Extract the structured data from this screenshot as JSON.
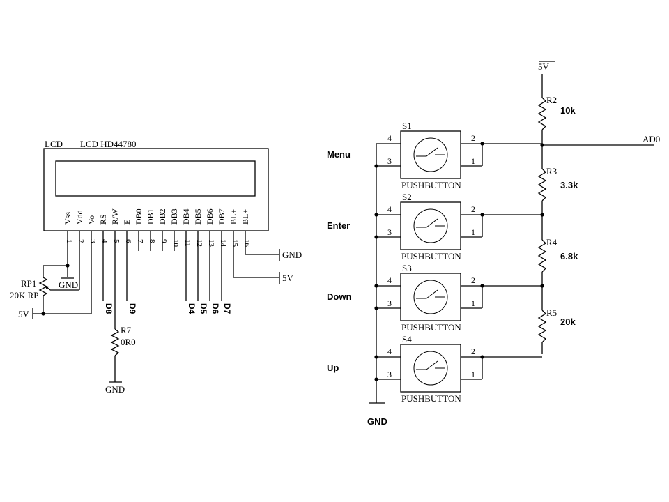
{
  "lcd": {
    "ref": "LCD",
    "value": "LCD HD44780",
    "pins": [
      {
        "num": "1",
        "name": "Vss"
      },
      {
        "num": "2",
        "name": "Vdd"
      },
      {
        "num": "3",
        "name": "Vo"
      },
      {
        "num": "4",
        "name": "RS"
      },
      {
        "num": "5",
        "name": "R/W"
      },
      {
        "num": "6",
        "name": "E"
      },
      {
        "num": "7",
        "name": "DB0"
      },
      {
        "num": "8",
        "name": "DB1"
      },
      {
        "num": "9",
        "name": "DB2"
      },
      {
        "num": "10",
        "name": "DB3"
      },
      {
        "num": "11",
        "name": "DB4"
      },
      {
        "num": "12",
        "name": "DB5"
      },
      {
        "num": "13",
        "name": "DB6"
      },
      {
        "num": "14",
        "name": "DB7"
      },
      {
        "num": "15",
        "name": "BL+"
      },
      {
        "num": "16",
        "name": "BL+"
      }
    ],
    "signals": [
      "D8",
      "D9",
      "D4",
      "D5",
      "D6",
      "D7"
    ]
  },
  "rp1": {
    "ref": "RP1",
    "value": "20K RP"
  },
  "r7": {
    "ref": "R7",
    "value": "0R0"
  },
  "nets": {
    "gnd": "GND",
    "vcc": "5V",
    "adc": "AD0"
  },
  "buttons": [
    {
      "ref": "S1",
      "type": "PUSHBUTTON",
      "label": "Menu"
    },
    {
      "ref": "S2",
      "type": "PUSHBUTTON",
      "label": "Enter"
    },
    {
      "ref": "S3",
      "type": "PUSHBUTTON",
      "label": "Down"
    },
    {
      "ref": "S4",
      "type": "PUSHBUTTON",
      "label": "Up"
    }
  ],
  "switch_pins": [
    "1",
    "2",
    "3",
    "4"
  ],
  "ladder": [
    {
      "ref": "R2",
      "value": "10k"
    },
    {
      "ref": "R3",
      "value": "3.3k"
    },
    {
      "ref": "R4",
      "value": "6.8k"
    },
    {
      "ref": "R5",
      "value": "20k"
    }
  ]
}
